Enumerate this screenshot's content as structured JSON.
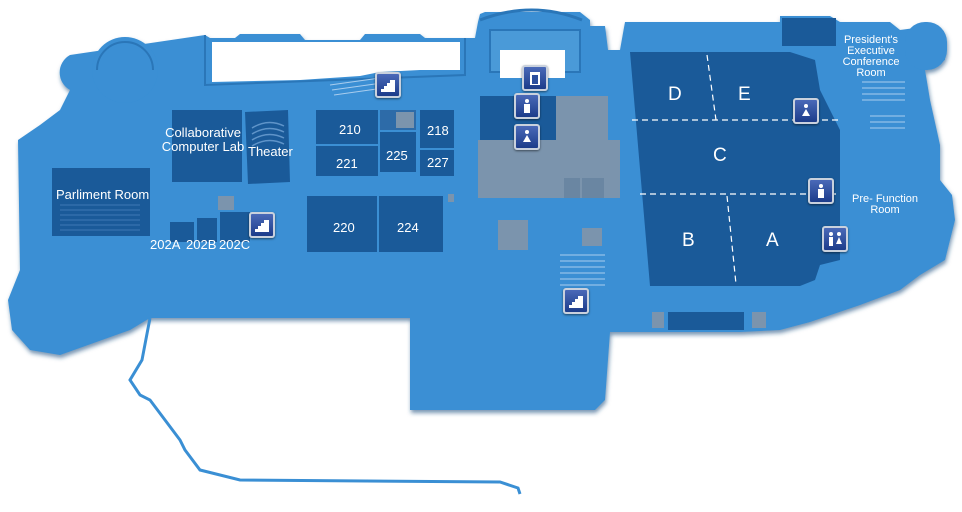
{
  "colors": {
    "floor": "#3a8fd4",
    "room": "#1a5a99",
    "room_dark": "#154e89",
    "gray": "#7b94ad",
    "icon": "#2c4f9e"
  },
  "labels": {
    "collab": "Collaborative\nComputer Lab",
    "theater": "Theater",
    "parliament": "Parliment Room",
    "r202a": "202A",
    "r202b": "202B",
    "r202c": "202C",
    "r210": "210",
    "r218": "218",
    "r221": "221",
    "r225": "225",
    "r227": "227",
    "r220": "220",
    "r224": "224",
    "hall_d": "D",
    "hall_e": "E",
    "hall_c": "C",
    "hall_b": "B",
    "hall_a": "A",
    "president": "President's\nExecutive\nConference\nRoom",
    "prefunction": "Pre- Function\nRoom"
  },
  "icons": {
    "stairs": [
      "stairs-icon",
      "stairs-icon",
      "stairs-icon"
    ],
    "restrooms": [
      "elevator-icon",
      "mens-restroom-icon",
      "womens-restroom-icon",
      "womens-restroom-icon",
      "mens-restroom-icon",
      "restrooms-icon"
    ]
  }
}
